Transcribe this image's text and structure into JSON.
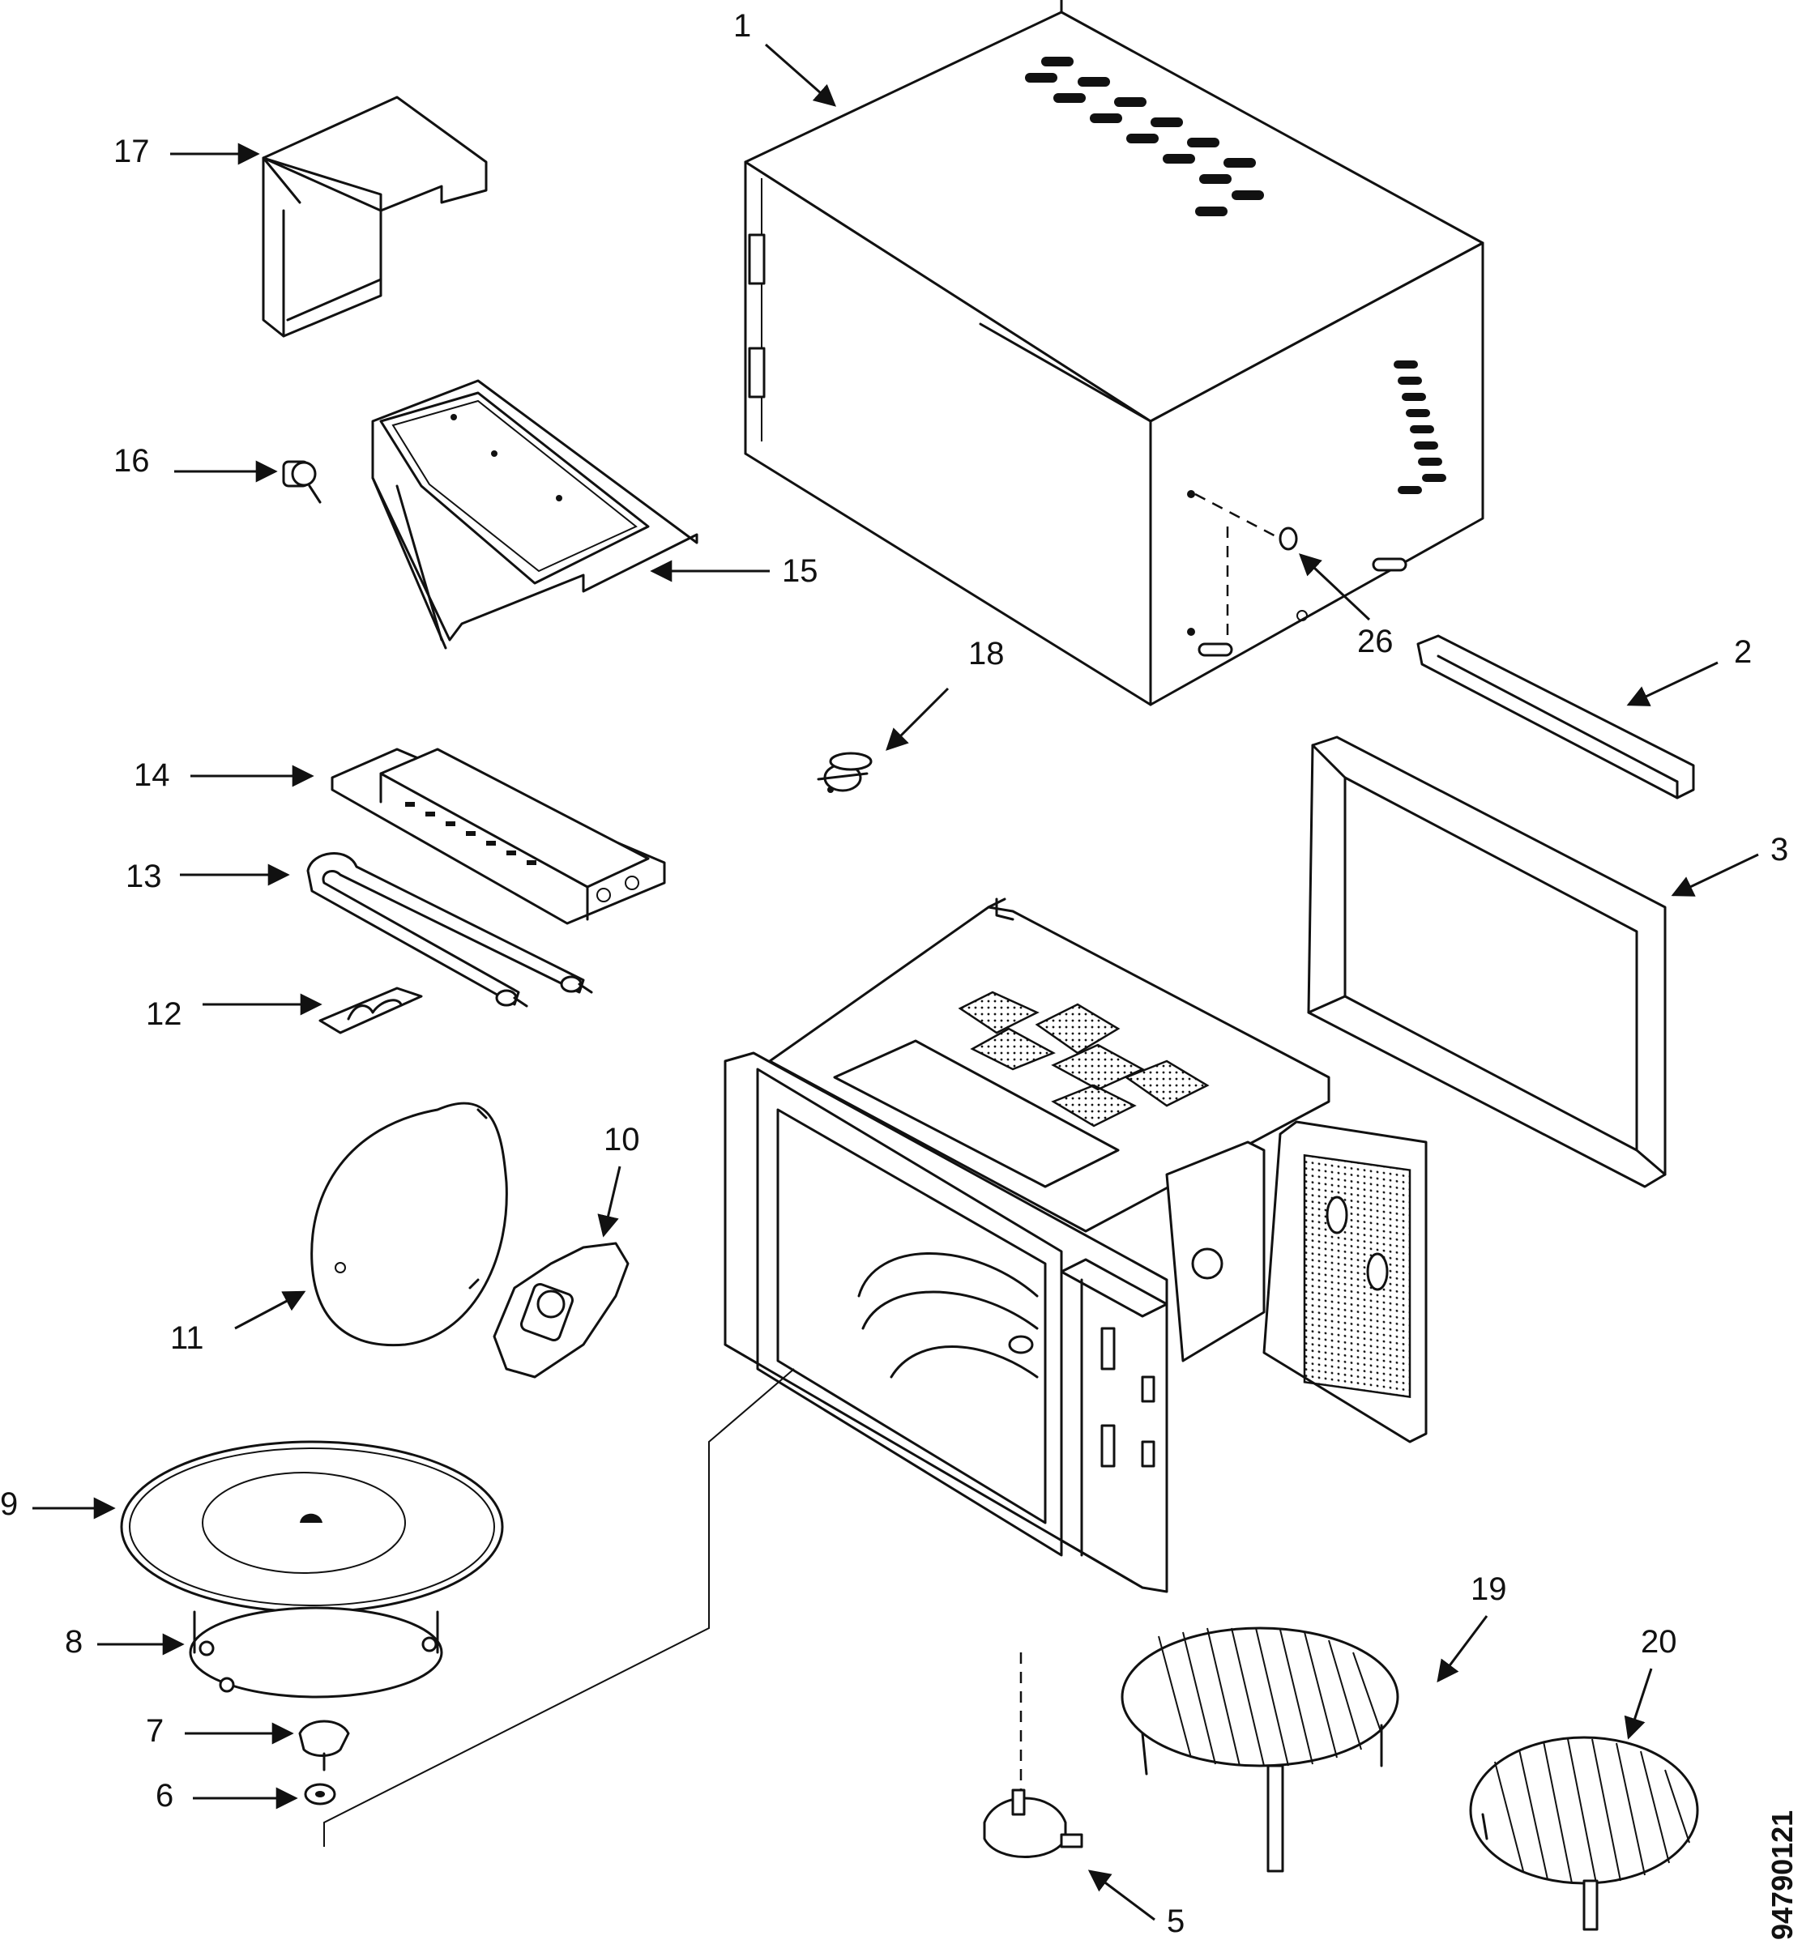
{
  "diagram": {
    "document_code": "94790121",
    "callouts": [
      {
        "id": "1",
        "label": "1",
        "part": "outer-cabinet"
      },
      {
        "id": "2",
        "label": "2",
        "part": "bottom-rail"
      },
      {
        "id": "3",
        "label": "3",
        "part": "front-frame"
      },
      {
        "id": "5",
        "label": "5",
        "part": "turntable-motor"
      },
      {
        "id": "6",
        "label": "6",
        "part": "washer"
      },
      {
        "id": "7",
        "label": "7",
        "part": "drive-coupler"
      },
      {
        "id": "8",
        "label": "8",
        "part": "roller-ring"
      },
      {
        "id": "9",
        "label": "9",
        "part": "glass-tray"
      },
      {
        "id": "10",
        "label": "10",
        "part": "light-socket-bracket"
      },
      {
        "id": "11",
        "label": "11",
        "part": "waveguide-cover"
      },
      {
        "id": "12",
        "label": "12",
        "part": "heater-clip"
      },
      {
        "id": "13",
        "label": "13",
        "part": "heater-element"
      },
      {
        "id": "14",
        "label": "14",
        "part": "heater-shield"
      },
      {
        "id": "15",
        "label": "15",
        "part": "top-plate"
      },
      {
        "id": "16",
        "label": "16",
        "part": "thermal-cutout"
      },
      {
        "id": "17",
        "label": "17",
        "part": "duct-cover"
      },
      {
        "id": "18",
        "label": "18",
        "part": "thermostat"
      },
      {
        "id": "19",
        "label": "19",
        "part": "high-rack"
      },
      {
        "id": "20",
        "label": "20",
        "part": "low-rack"
      },
      {
        "id": "26",
        "label": "26",
        "part": "screw"
      }
    ]
  }
}
